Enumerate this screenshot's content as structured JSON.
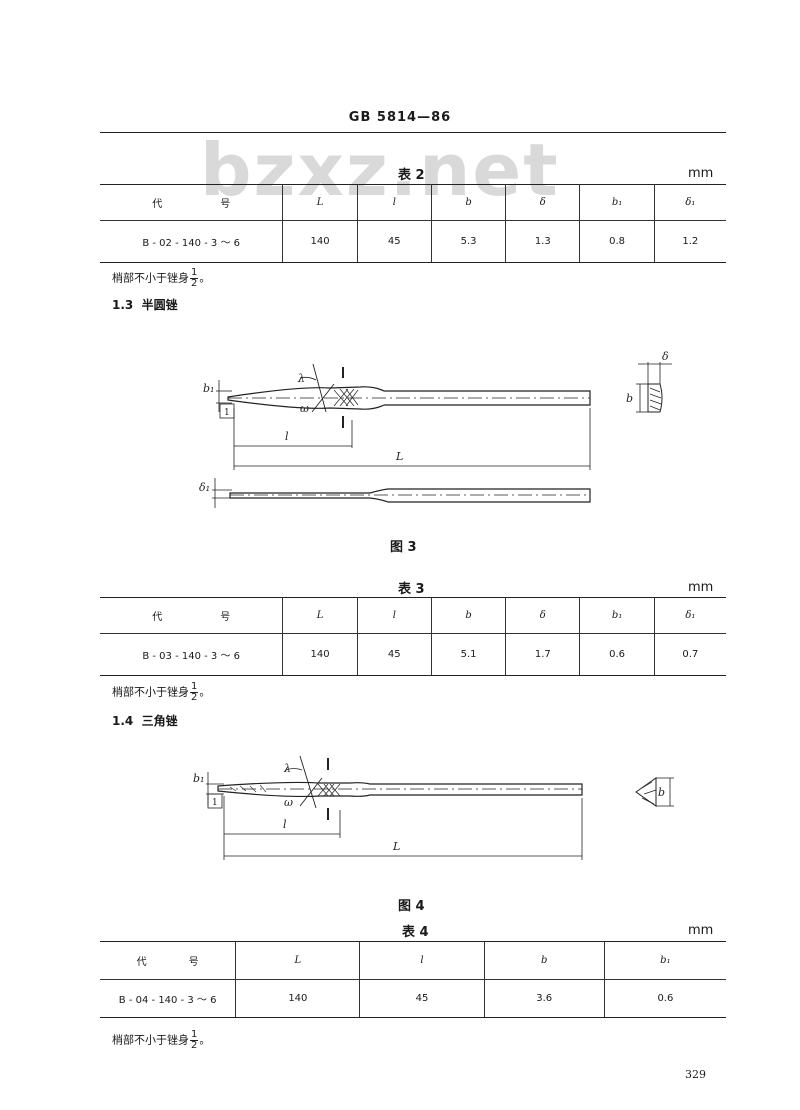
{
  "header": {
    "standard": "GB 5814—86"
  },
  "watermark": "bzxz.net",
  "unit": "mm",
  "page_number": "329",
  "tables": [
    {
      "caption": "表 2",
      "code_header": [
        "代",
        "号"
      ],
      "columns": [
        "L",
        "l",
        "b",
        "δ",
        "b₁",
        "δ₁"
      ],
      "row": {
        "code": "B - 02 - 140 - 3 ～ 6",
        "values": [
          "140",
          "45",
          "5.3",
          "1.3",
          "0.8",
          "1.2"
        ]
      },
      "note": {
        "prefix": "梢部不小于锉身",
        "numerator": "1",
        "denominator": "2",
        "suffix": "。"
      }
    },
    {
      "caption": "表 3",
      "code_header": [
        "代",
        "号"
      ],
      "columns": [
        "L",
        "l",
        "b",
        "δ",
        "b₁",
        "δ₁"
      ],
      "row": {
        "code": "B - 03 - 140 - 3 ～ 6",
        "values": [
          "140",
          "45",
          "5.1",
          "1.7",
          "0.6",
          "0.7"
        ]
      },
      "note": {
        "prefix": "梢部不小于锉身",
        "numerator": "1",
        "denominator": "2",
        "suffix": "。"
      }
    },
    {
      "caption": "表 4",
      "code_header": [
        "代",
        "号"
      ],
      "columns": [
        "L",
        "l",
        "b",
        "b₁"
      ],
      "row": {
        "code": "B - 04 - 140 - 3 ～ 6",
        "values": [
          "140",
          "45",
          "3.6",
          "0.6"
        ]
      },
      "note": {
        "prefix": "梢部不小于锉身",
        "numerator": "1",
        "denominator": "2",
        "suffix": "。"
      }
    }
  ],
  "sections": [
    {
      "number": "1.3",
      "title": "半圆锉"
    },
    {
      "number": "1.4",
      "title": "三角锉"
    }
  ],
  "figures": [
    {
      "caption": "图 3",
      "labels": {
        "b1": "b₁",
        "one": "1",
        "lambda": "λ",
        "omega": "ω",
        "l": "l",
        "L": "L",
        "delta1": "δ₁",
        "delta": "δ",
        "b": "b"
      }
    },
    {
      "caption": "图 4",
      "labels": {
        "b1": "b₁",
        "one": "1",
        "lambda": "λ",
        "omega": "ω",
        "l": "l",
        "L": "L",
        "b": "b"
      }
    }
  ]
}
